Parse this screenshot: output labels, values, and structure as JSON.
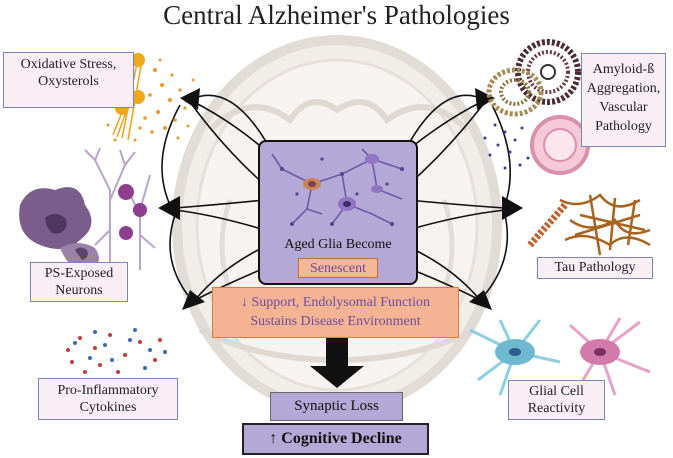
{
  "title": "Central Alzheimer's Pathologies",
  "center": {
    "line1": "Aged Glia Become",
    "badge": "Senescent"
  },
  "support": {
    "arrow": "↓",
    "line1": "Support, Endolysomal Function",
    "line2": "Sustains Disease Environment"
  },
  "outcomes": {
    "synaptic": "Synaptic Loss",
    "cognitive_arrow": "↑",
    "cognitive": "Cognitive Decline"
  },
  "pathologies": {
    "oxidative": [
      "Oxidative Stress,",
      "Oxysterols"
    ],
    "neurons": [
      "PS-Exposed",
      "Neurons"
    ],
    "cytokines": [
      "Pro-Inflammatory",
      "Cytokines"
    ],
    "amyloid": [
      "Amyloid-ß",
      "Aggregation,",
      "Vascular",
      "Pathology"
    ],
    "tau": [
      "Tau Pathology"
    ],
    "glial": [
      "Glial Cell",
      "Reactivity"
    ]
  },
  "colors": {
    "lavender": "#b4a9d6",
    "peach": "#f4b493",
    "label_bg": "#f8eef4",
    "label_border": "#7b86b8",
    "text_purple": "#6d4c9f"
  }
}
